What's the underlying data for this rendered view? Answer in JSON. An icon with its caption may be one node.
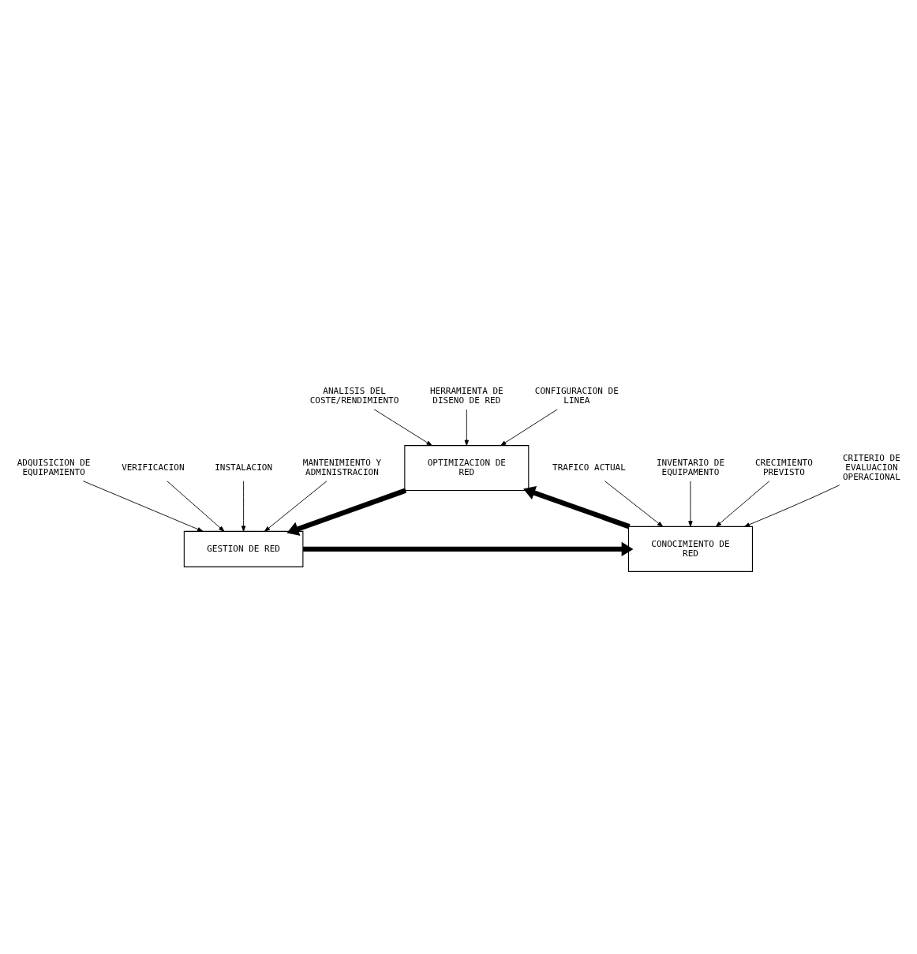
{
  "diagram": {
    "nodes": [
      {
        "text": [
          "ANALISIS DEL COSTE/RENDIMIENTO"
        ]
      },
      {
        "text": [
          "HERRAMIENTA DE DISENO DE RED"
        ]
      },
      {
        "text": [
          "CONFIGURACION DE LINEA"
        ]
      },
      {
        "text": [
          "OPTIMIZACION DE RED"
        ]
      },
      {
        "text": [
          "TRAFICO ACTUAL"
        ]
      },
      {
        "text": [
          "ADQUISICION DE EQUIPAMIENTO"
        ]
      },
      {
        "text": [
          "INVENTARIO DE EQUIPAMENTO"
        ]
      },
      {
        "text": [
          "VERIFICACION"
        ]
      },
      {
        "text": [
          "CRECIMIENTO PREVISTO"
        ]
      },
      {
        "text": [
          "INSTALACION"
        ]
      },
      {
        "text": [
          "CRITERIO DE EVALUACION OPERACIONAL"
        ]
      },
      {
        "text": [
          "MANTENIMIENTO Y ADMINISTRACION"
        ]
      },
      {
        "text": [
          "CONOCIMIENTO DE RED"
        ]
      },
      {
        "text": [
          "GESTION DE RED"
        ]
      }
    ],
    "edges": [
      {
        "from": 1,
        "to": 3,
        "arrow": "to"
      },
      {
        "from": 0,
        "to": 3,
        "arrow": "to"
      },
      {
        "from": 2,
        "to": 3,
        "arrow": "to"
      },
      {
        "from": 3,
        "to": 13,
        "arrow": "to",
        "style": "thick"
      },
      {
        "from": 12,
        "to": 3,
        "arrow": "to",
        "style": "thick"
      },
      {
        "from": 10,
        "to": 12,
        "arrow": "to"
      },
      {
        "from": 8,
        "to": 12,
        "arrow": "to"
      },
      {
        "from": 6,
        "to": 12,
        "arrow": "to"
      },
      {
        "from": 4,
        "to": 12,
        "arrow": "to"
      },
      {
        "from": 5,
        "to": 13,
        "arrow": "to"
      },
      {
        "from": 7,
        "to": 13,
        "arrow": "to"
      },
      {
        "from": 9,
        "to": 13,
        "arrow": "to"
      },
      {
        "from": 11,
        "to": 13,
        "arrow": "to"
      },
      {
        "from": 13,
        "to": 12,
        "arrow": "to",
        "style": "thick"
      }
    ]
  }
}
